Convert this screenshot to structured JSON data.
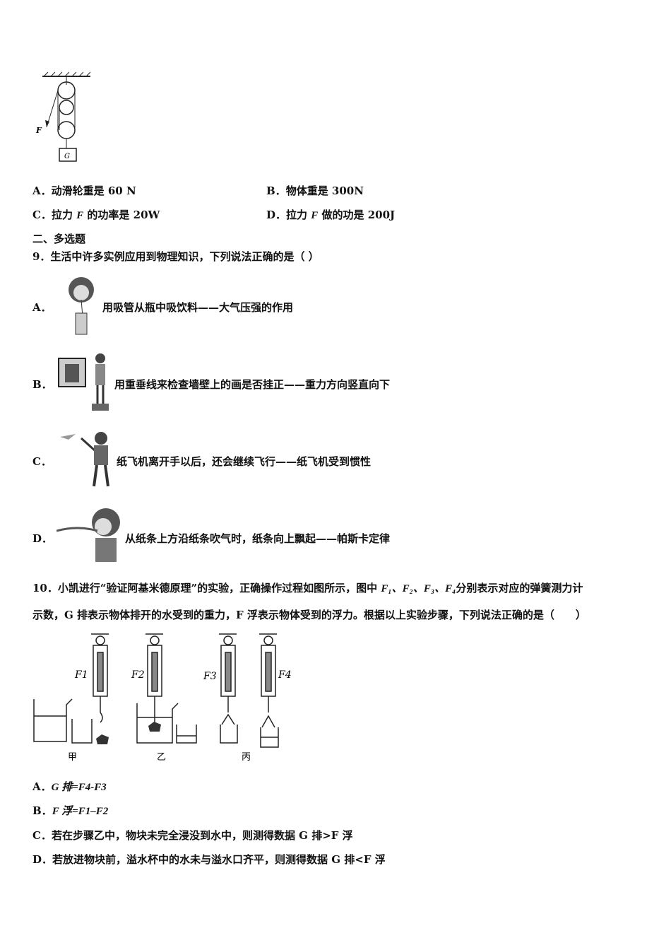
{
  "q8": {
    "figure_labels": {
      "force": "F",
      "weight": "G"
    },
    "options": [
      {
        "letter": "A．",
        "text": "动滑轮重是 60 N"
      },
      {
        "letter": "B．",
        "text": "物体重是 300N"
      },
      {
        "letter": "C．",
        "pre": "拉力 ",
        "var": "F",
        "post": " 的功率是 20W"
      },
      {
        "letter": "D．",
        "pre": "拉力 ",
        "var": "F",
        "post": " 做的功是 200J"
      }
    ]
  },
  "section_title": "二、多选题",
  "q9": {
    "stem": "9．生活中许多实例应用到物理知识，下列说法正确的是（ ）",
    "options": [
      {
        "letter": "A．",
        "text": "用吸管从瓶中吸饮料——大气压强的作用"
      },
      {
        "letter": "B．",
        "text": "用重垂线来检查墙壁上的画是否挂正——重力方向竖直向下"
      },
      {
        "letter": "C．",
        "text": "纸飞机离开手以后，还会继续飞行——纸飞机受到惯性"
      },
      {
        "letter": "D．",
        "text": "从纸条上方沿纸条吹气时，纸条向上飘起——帕斯卡定律"
      }
    ]
  },
  "q10": {
    "stem_line1_a": "10．小凯进行“验证阿基米德原理”的实验，正确操作过程如图所示，图中 ",
    "stem_line1_vars": "F₁、F₂、F₃、F₄",
    "stem_line1_b": "分别表示对应的弹簧测力计",
    "stem_line2": "示数，G 排表示物体排开的水受到的重力，F 浮表示物体受到的浮力。根据以上实验步骤，下列说法正确的是（　　）",
    "figure_labels": {
      "f1": "F1",
      "f2": "F2",
      "f3": "F3",
      "f4": "F4",
      "step1": "甲",
      "step2": "乙",
      "step3": "丙"
    },
    "options": [
      {
        "letter": "A．",
        "text": "G 排=F4-F3"
      },
      {
        "letter": "B．",
        "text": "F 浮=F1–F2"
      },
      {
        "letter": "C．",
        "text": "若在步骤乙中，物块未完全浸没到水中，则测得数据 G 排>F 浮"
      },
      {
        "letter": "D．",
        "text": "若放进物块前，溢水杯中的水未与溢水口齐平，则测得数据 G 排<F 浮"
      }
    ]
  }
}
